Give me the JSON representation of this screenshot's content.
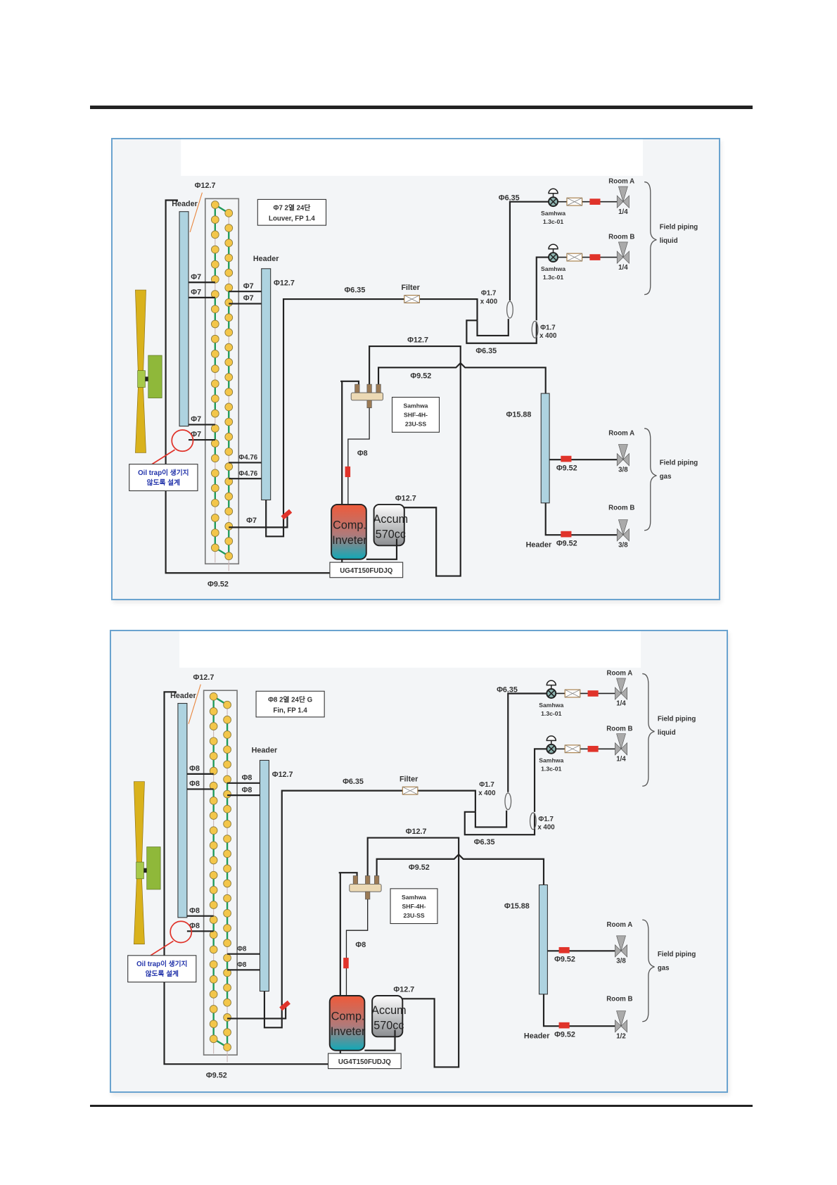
{
  "diagrams": [
    {
      "id": "diagram-1",
      "coil_spec": [
        "Φ7 2열 24단",
        "Louver, FP 1.4"
      ],
      "header_left_label": "Header",
      "header_left_pipe": "Φ12.7",
      "header_right_label": "Header",
      "header_right_pipe": "Φ12.7",
      "left_branch_top": [
        "Φ7",
        "Φ7"
      ],
      "left_branch_bottom": [
        "Φ7",
        "Φ7"
      ],
      "right_branch_top": [
        "Φ7",
        "Φ7"
      ],
      "right_branch_bottom": [
        "Φ4.76",
        "Φ4.76"
      ],
      "bottom_branch": "Φ7",
      "bottom_pipe": "Φ9.52",
      "oil_trap_note": [
        "Oil trap이 생기지",
        "않도록 설계"
      ],
      "liquid_line": "Φ6.35",
      "filter_label": "Filter",
      "liquid_main": "Φ6.35",
      "capillary_1": [
        "Φ1.7",
        "x 400"
      ],
      "capillary_2": [
        "Φ1.7",
        "x 400"
      ],
      "capillary_return": "Φ6.35",
      "eev_a": [
        "Samhwa",
        "1.3c-01"
      ],
      "eev_b": [
        "Samhwa",
        "1.3c-01"
      ],
      "liquid_room_a": "Room A",
      "liquid_room_b": "Room B",
      "liquid_size_a": "1/4",
      "liquid_size_b": "1/4",
      "liquid_field": [
        "Field piping",
        "liquid"
      ],
      "four_way_top": "Φ12.7",
      "four_way_side": "Φ9.52",
      "four_way_valve": [
        "Samhwa",
        "SHF-4H-",
        "23U-SS"
      ],
      "discharge": "Φ8",
      "suction": "Φ12.7",
      "compressor": [
        "Comp.",
        "Inveter"
      ],
      "accumulator": [
        "Accum",
        "570cc"
      ],
      "compressor_model": "UG4T150FUDJQ",
      "gas_header_pipe": "Φ15.88",
      "gas_header_label": "Header",
      "gas_room_a": "Room A",
      "gas_room_b": "Room B",
      "gas_pipe_a": "Φ9.52",
      "gas_pipe_b": "Φ9.52",
      "gas_size_a": "3/8",
      "gas_size_b": "3/8",
      "gas_field": [
        "Field piping",
        "gas"
      ]
    },
    {
      "id": "diagram-2",
      "coil_spec": [
        "Φ8 2열 24단  G",
        "Fin, FP 1.4"
      ],
      "header_left_label": "Header",
      "header_left_pipe": "Φ12.7",
      "header_right_label": "Header",
      "header_right_pipe": "Φ12.7",
      "left_branch_top": [
        "Φ8",
        "Φ8"
      ],
      "left_branch_bottom": [
        "Φ8",
        "Φ8"
      ],
      "right_branch_top": [
        "Φ8",
        "Φ8"
      ],
      "right_branch_bottom": [
        "Φ8",
        "Φ8"
      ],
      "bottom_branch": "",
      "bottom_pipe": "Φ9.52",
      "oil_trap_note": [
        "Oil trap이 생기지",
        "않도록 설계"
      ],
      "liquid_line": "Φ6.35",
      "filter_label": "Filter",
      "liquid_main": "Φ6.35",
      "capillary_1": [
        "Φ1.7",
        "x 400"
      ],
      "capillary_2": [
        "Φ1.7",
        "x 400"
      ],
      "capillary_return": "Φ6.35",
      "eev_a": [
        "Samhwa",
        "1.3c-01"
      ],
      "eev_b": [
        "Samhwa",
        "1.3c-01"
      ],
      "liquid_room_a": "Room A",
      "liquid_room_b": "Room B",
      "liquid_size_a": "1/4",
      "liquid_size_b": "1/4",
      "liquid_field": [
        "Field piping",
        "liquid"
      ],
      "four_way_top": "Φ12.7",
      "four_way_side": "Φ9.52",
      "four_way_valve": [
        "Samhwa",
        "SHF-4H-",
        "23U-SS"
      ],
      "discharge": "Φ8",
      "suction": "Φ12.7",
      "compressor": [
        "Comp.",
        "Inveter"
      ],
      "accumulator": [
        "Accum",
        "570cc"
      ],
      "compressor_model": "UG4T150FUDJQ",
      "gas_header_pipe": "Φ15.88",
      "gas_header_label": "Header",
      "gas_room_a": "Room A",
      "gas_room_b": "Room B",
      "gas_pipe_a": "Φ9.52",
      "gas_pipe_b": "Φ9.52",
      "gas_size_a": "3/8",
      "gas_size_b": "1/2",
      "gas_field": [
        "Field piping",
        "gas"
      ]
    }
  ],
  "colors": {
    "panel_border": "#6aa3cf",
    "header_tube": "#aed3e0",
    "tube_node": "#f3c64a",
    "tube_link": "#1f9a5a",
    "sensor_red": "#e0332a",
    "oil_trap_note": "#2233aa",
    "fan_blade": "#d9b21c",
    "fan_motor": "#8fb83a"
  }
}
